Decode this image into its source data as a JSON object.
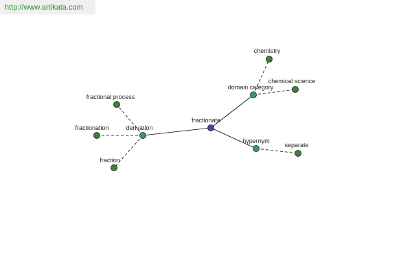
{
  "header": {
    "url": "http://www.artikata.com"
  },
  "colors": {
    "url_text": "#2e8b2e",
    "url_bar_bg": "#f0f0f0",
    "center_node": "#3b4f94",
    "relation_node": "#3f8f8f",
    "leaf_node": "#3f7f3f",
    "node_stroke": "#1a1a1a",
    "edge": "#000000"
  },
  "graph": {
    "center": {
      "label": "fractionate"
    },
    "relations": [
      {
        "label": "domain category",
        "terms": [
          "chemistry",
          "chemical science"
        ]
      },
      {
        "label": "hypernym",
        "terms": [
          "separate"
        ]
      },
      {
        "label": "derivation",
        "terms": [
          "fractional process",
          "fractionation",
          "fraction"
        ]
      }
    ]
  }
}
